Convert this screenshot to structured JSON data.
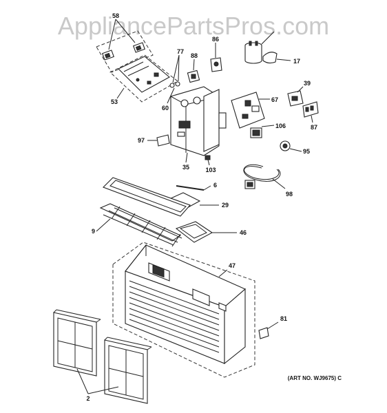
{
  "watermark": "AppliancePartsPros.com",
  "art_number": "(ART NO. WJ9675) C",
  "labels": [
    "58",
    "77",
    "88",
    "86",
    "17",
    "53",
    "60",
    "39",
    "67",
    "106",
    "87",
    "97",
    "35",
    "103",
    "95",
    "6",
    "29",
    "98",
    "9",
    "46",
    "47",
    "81",
    "2"
  ]
}
